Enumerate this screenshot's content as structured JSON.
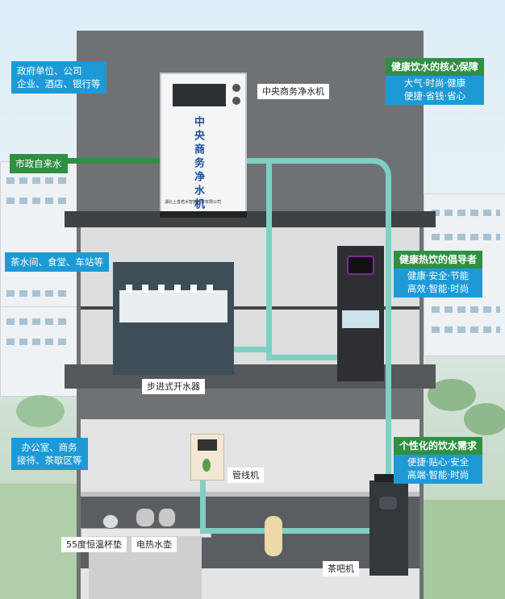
{
  "tags": {
    "gov": [
      "政府单位、公司",
      "企业、酒店、银行等"
    ],
    "city_water": "市政自来水",
    "tea_room": "茶水间、食堂、车站等",
    "office": [
      "办公室、商务",
      "接待、茶歇区等"
    ],
    "core": {
      "title": "健康饮水的核心保障",
      "lines": [
        "大气·时尚·健康",
        "便捷·省钱·省心"
      ]
    },
    "hot": {
      "title": "健康热饮的倡导者",
      "lines": [
        "健康·安全·节能",
        "高效·智能·时尚"
      ]
    },
    "personal": {
      "title": "个性化的饮水需求",
      "lines": [
        "便捷·贴心·安全",
        "高端·智能·时尚"
      ]
    }
  },
  "labels": {
    "central": "中央商务净水机",
    "boiler": "步进式开水器",
    "pipeline": "管线机",
    "tea_bar": "茶吧机",
    "cup_mat": "55度恒温杯垫",
    "kettle": "电热水壶"
  },
  "machine": {
    "vertical_text": "中央商务净水机",
    "company": "湖北上善若水智能科技有限公司"
  },
  "colors": {
    "blue_tag": "#1d9ad6",
    "green_tag": "#2f8f43",
    "pipe": "#7fd0c4",
    "building": "#6f7275"
  }
}
